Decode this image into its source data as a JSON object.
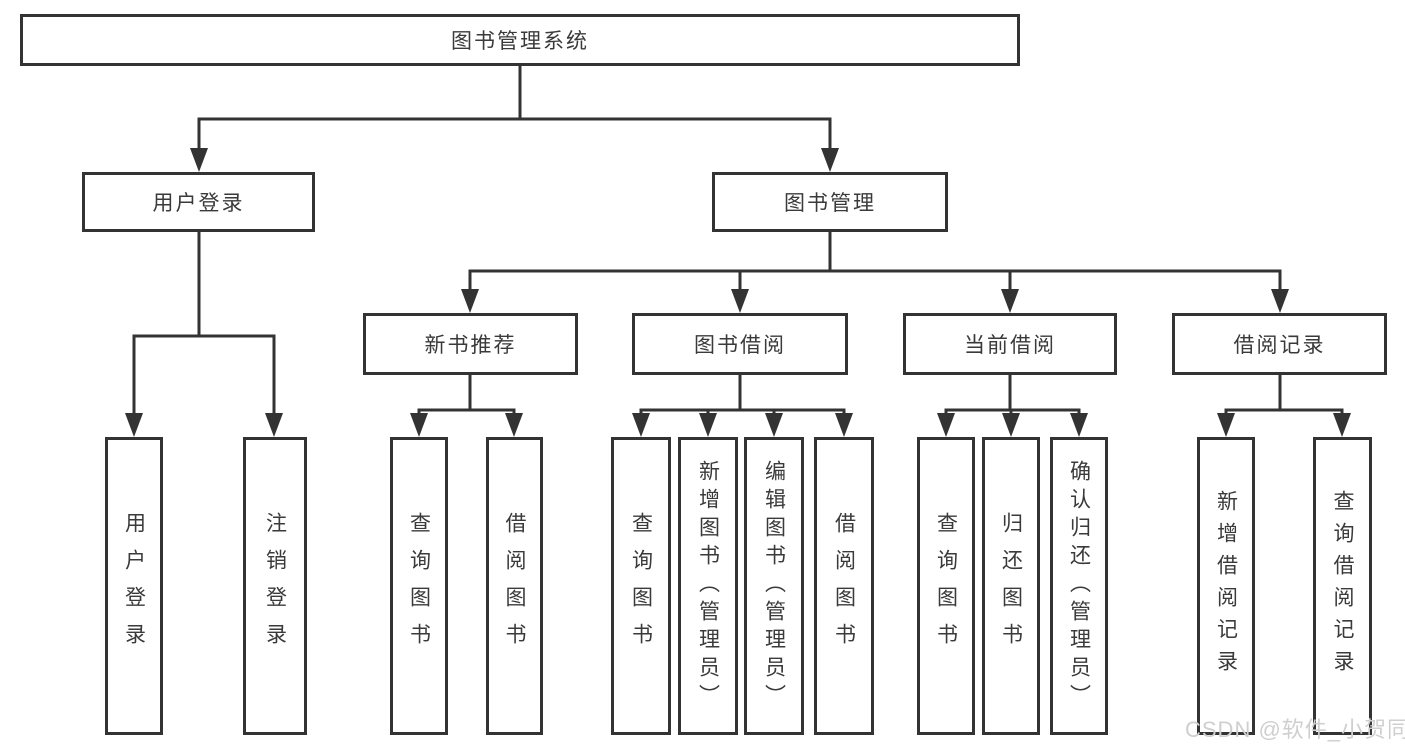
{
  "tree": {
    "root": {
      "label": "图书管理系统",
      "children": [
        {
          "label": "用户登录",
          "children": [
            {
              "label": "用户登录"
            },
            {
              "label": "注销登录"
            }
          ]
        },
        {
          "label": "图书管理",
          "children": [
            {
              "label": "新书推荐",
              "children": [
                {
                  "label": "查询图书"
                },
                {
                  "label": "借阅图书"
                }
              ]
            },
            {
              "label": "图书借阅",
              "children": [
                {
                  "label": "查询图书"
                },
                {
                  "label": "新增图书（管理员）"
                },
                {
                  "label": "编辑图书（管理员）"
                },
                {
                  "label": "借阅图书"
                }
              ]
            },
            {
              "label": "当前借阅",
              "children": [
                {
                  "label": "查询图书"
                },
                {
                  "label": "归还图书"
                },
                {
                  "label": "确认归还（管理员）"
                }
              ]
            },
            {
              "label": "借阅记录",
              "children": [
                {
                  "label": "新增借阅记录"
                },
                {
                  "label": "查询借阅记录"
                }
              ]
            }
          ]
        }
      ]
    }
  },
  "watermark": {
    "text": "CSDN @软件_小贺同学"
  },
  "colors": {
    "line": "#333333",
    "text": "#3a3a3a",
    "watermark": "#cfcfcf",
    "background": "#ffffff"
  }
}
